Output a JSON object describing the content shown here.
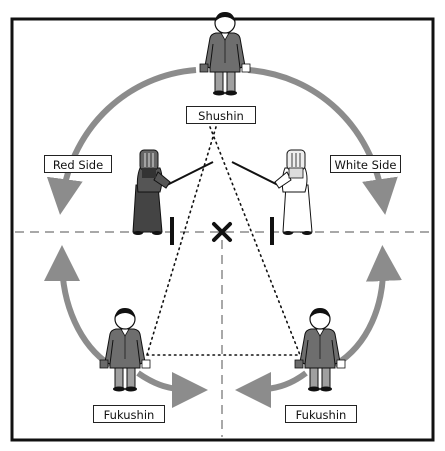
{
  "labels": {
    "shushin": "Shushin",
    "red_side": "Red Side",
    "white_side": "White Side",
    "fukushin_left": "Fukushin",
    "fukushin_right": "Fukushin"
  },
  "colors": {
    "court_border": "#111111",
    "center_lines": "#a8a8a8",
    "arrows": "#8c8c8c",
    "judge_jacket": "#6e6e6e",
    "judge_trousers": "#a0a0a0",
    "red_player": "#555555",
    "white_player": "#ffffff"
  },
  "icons": [
    "judge-figure",
    "red-kendoka-figure",
    "white-kendoka-figure",
    "red-flag-icon",
    "white-flag-icon",
    "center-x-mark",
    "start-line-mark"
  ]
}
